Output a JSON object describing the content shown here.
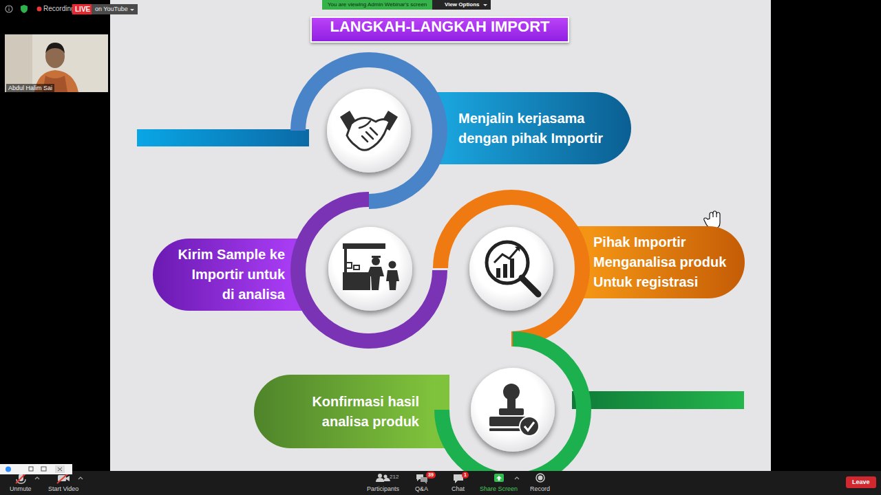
{
  "diagram": {
    "title": "LANGKAH-LANGKAH IMPORT",
    "nodes": [
      {
        "text": [
          "Menjalin kerjasama dengan pihak Importir"
        ]
      },
      {
        "text": [
          "Kirim Sample ke Importir untuk di analisa"
        ]
      },
      {
        "text": [
          "Pihak Importir Menganalisa produk Untuk registrasi"
        ]
      },
      {
        "text": [
          "Konfirmasi hasil analisa produk"
        ]
      }
    ],
    "labels": [
      "Recording",
      "LIVE",
      "on YouTube",
      "You are viewing Admin Webinar's screen",
      "View Options",
      "Abdul Halim Sai",
      "Unmute",
      "Start Video",
      "212",
      "Participants",
      "39",
      "Q&A",
      "1",
      "Chat",
      "Share Screen",
      "Record",
      "Leave"
    ]
  }
}
